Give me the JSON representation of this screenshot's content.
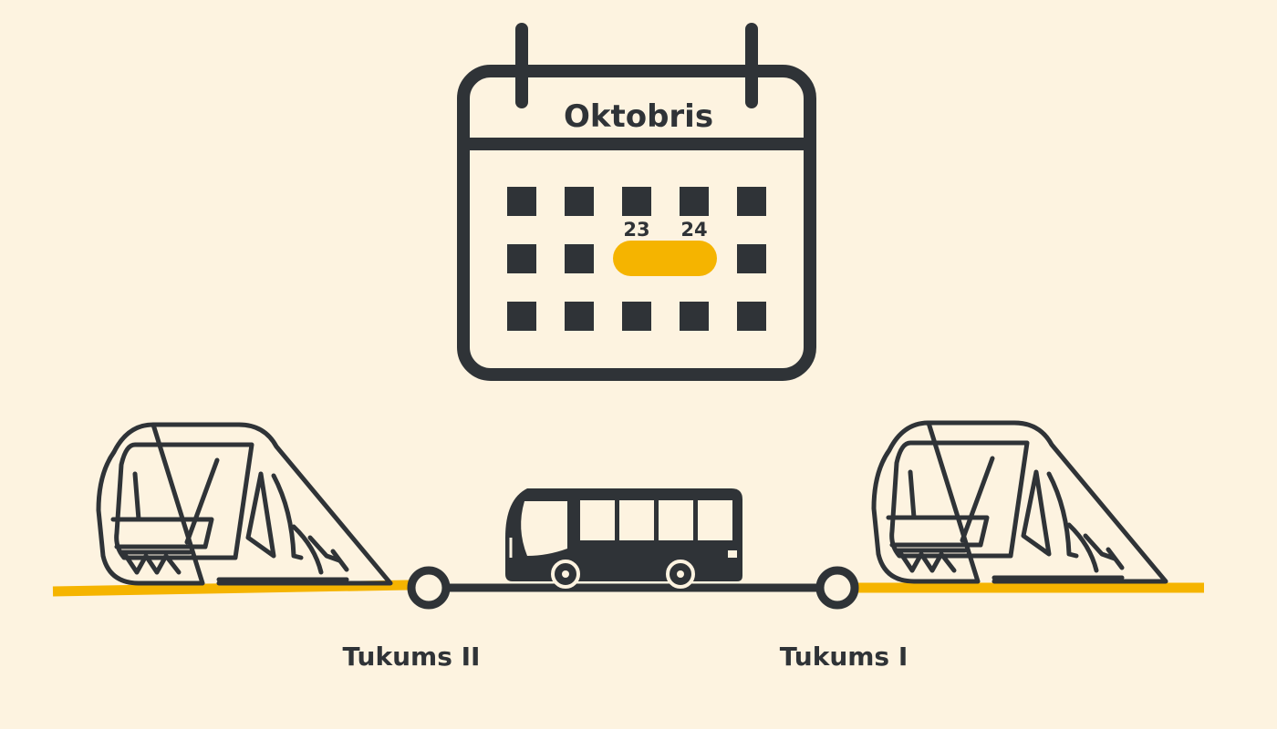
{
  "calendar": {
    "month": "Oktobris",
    "highlighted_days": [
      "23",
      "24"
    ]
  },
  "stations": {
    "left": "Tukums II",
    "right": "Tukums I"
  },
  "colors": {
    "background": "#fdf3e0",
    "ink": "#2f3337",
    "accent": "#f5b400"
  },
  "icons": [
    "calendar-icon",
    "train-icon",
    "bus-icon",
    "station-marker-icon"
  ]
}
